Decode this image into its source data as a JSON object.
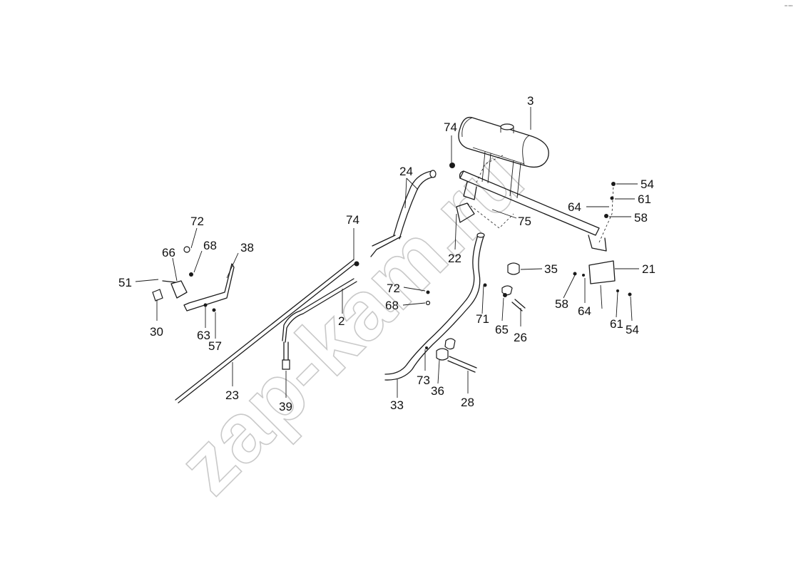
{
  "watermark": "zap-kam.ru",
  "corner_mark": "°° °°°",
  "callouts": [
    "3",
    "74",
    "24",
    "54",
    "61",
    "64",
    "58",
    "75",
    "74",
    "22",
    "72",
    "66",
    "68",
    "38",
    "51",
    "35",
    "21",
    "72",
    "68",
    "2",
    "71",
    "30",
    "63",
    "57",
    "58",
    "64",
    "61",
    "54",
    "65",
    "26",
    "23",
    "39",
    "73",
    "36",
    "28",
    "33"
  ]
}
